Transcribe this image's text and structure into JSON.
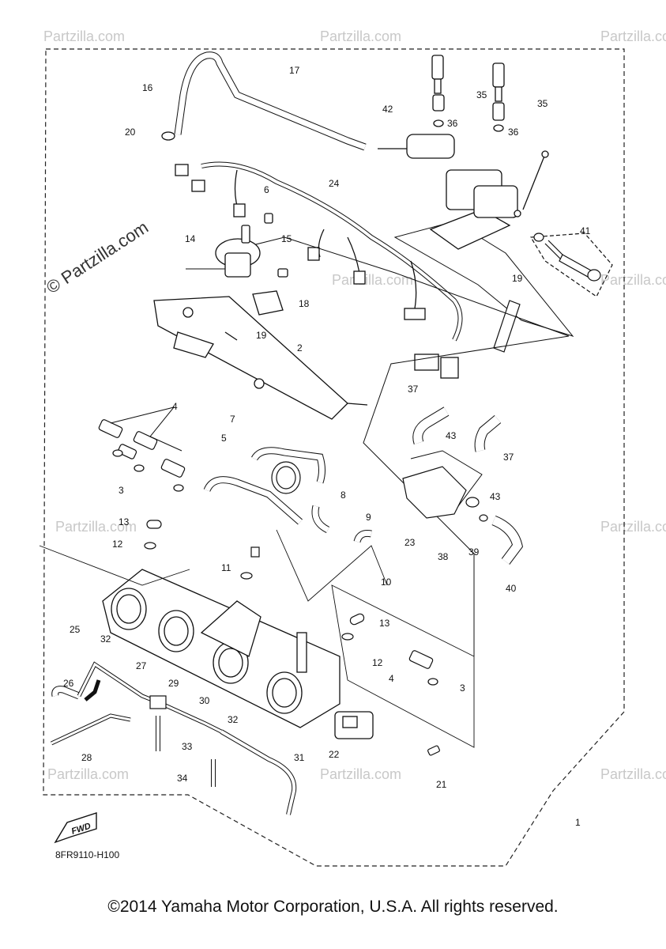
{
  "watermark": {
    "brand": "© Partzilla.com",
    "fine": "Partzilla.com"
  },
  "diagram": {
    "code": "8FR9110-H100",
    "fwd_label": "FWD",
    "callouts": [
      "1",
      "2",
      "3",
      "4",
      "5",
      "6",
      "7",
      "8",
      "9",
      "10",
      "11",
      "12",
      "13",
      "14",
      "15",
      "16",
      "17",
      "18",
      "19",
      "20",
      "21",
      "22",
      "23",
      "24",
      "25",
      "26",
      "27",
      "28",
      "29",
      "30",
      "31",
      "32",
      "33",
      "34",
      "35",
      "36",
      "37",
      "38",
      "39",
      "40",
      "41",
      "42",
      "43"
    ]
  },
  "footer": {
    "copyright": "©2014 Yamaha Motor Corporation, U.S.A. All rights reserved."
  }
}
